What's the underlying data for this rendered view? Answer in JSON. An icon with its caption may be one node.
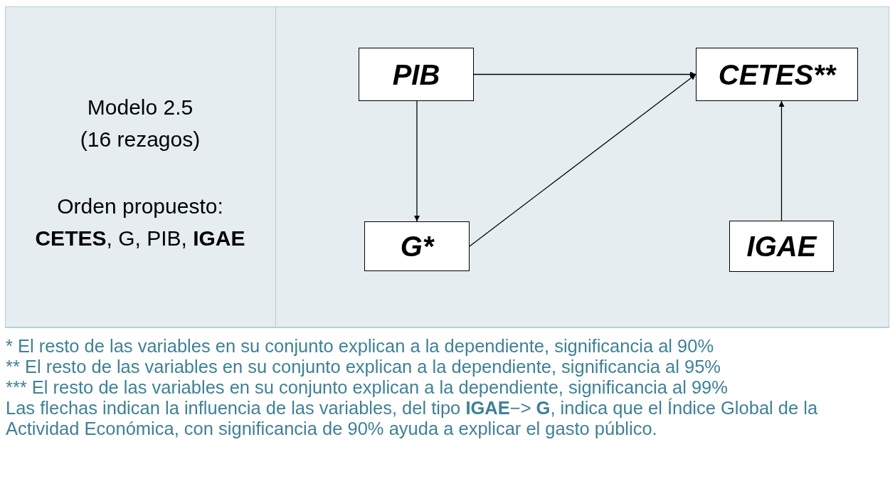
{
  "diagram": {
    "nodes": [
      {
        "text": [
          "PIB"
        ]
      },
      {
        "text": [
          "CETES**"
        ]
      },
      {
        "text": [
          "G*"
        ]
      },
      {
        "text": [
          "IGAE"
        ]
      }
    ],
    "edges": [
      {
        "from": 0,
        "to": 1,
        "arrow": "to"
      },
      {
        "from": 0,
        "to": 2,
        "arrow": "to"
      },
      {
        "from": 2,
        "to": 1,
        "arrow": "to"
      },
      {
        "from": 3,
        "to": 1,
        "arrow": "to"
      }
    ],
    "labels": [
      "Modelo 2.5",
      "(16 rezagos)",
      "Orden propuesto:",
      "**CETES**, G, PIB, **IGAE**",
      "* El resto de las variables en su conjunto explican a la dependiente, significancia al 90%",
      "** El resto de las variables en su conjunto explican a la dependiente, significancia al 95%",
      "*** El resto de las variables en su conjunto explican a la dependiente, significancia al 99%",
      "Las flechas indican la influencia de las variables, del tipo **IGAE**−> **G**, indica que el Índice Global de la Actividad Económica, con significancia de 90% ayuda a explicar el gasto público."
    ]
  }
}
